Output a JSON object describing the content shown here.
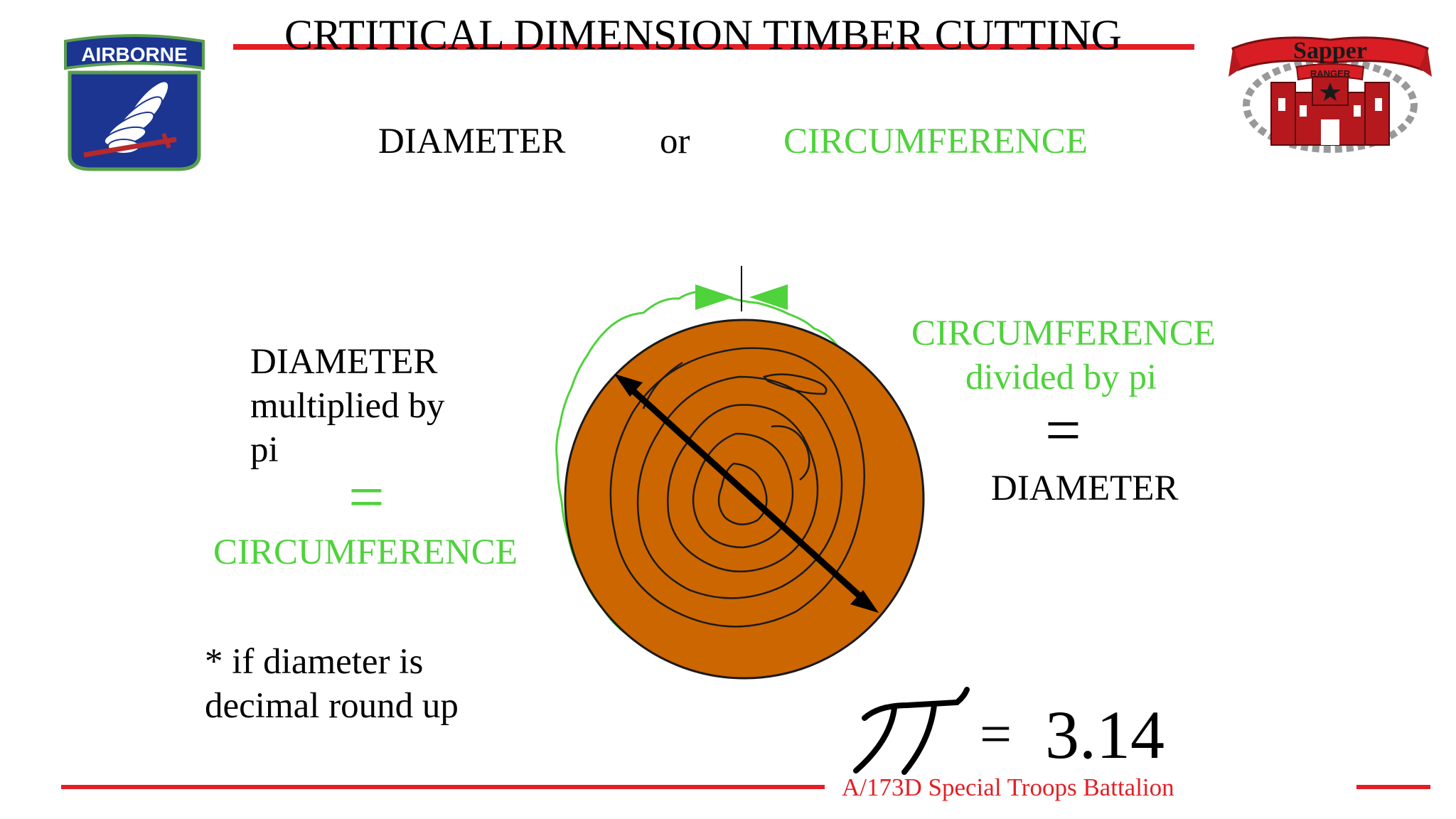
{
  "title": "CRTITICAL DIMENSION TIMBER CUTTING",
  "logos": {
    "left_text": "AIRBORNE",
    "right_banner": "Sapper",
    "right_sub": "RANGER"
  },
  "header_row": {
    "left": "DIAMETER",
    "middle": "or",
    "right": "CIRCUMFERENCE"
  },
  "left_formula": {
    "line1": "DIAMETER",
    "line2": "multiplied by",
    "line3": "pi",
    "equals": "=",
    "result": "CIRCUMFERENCE"
  },
  "right_formula": {
    "line1": "CIRCUMFERENCE",
    "line2": "divided by pi",
    "equals": "=",
    "result": "DIAMETER"
  },
  "note": {
    "line1": "* if diameter is",
    "line2": "decimal round up"
  },
  "pi_value": {
    "equals": "=",
    "value": "3.14"
  },
  "footer": "A/173D Special Troops Battalion",
  "colors": {
    "accent_red": "#e31e24",
    "green": "#4fd23c",
    "log_fill": "#cc6600",
    "patch_blue": "#1b3591"
  }
}
